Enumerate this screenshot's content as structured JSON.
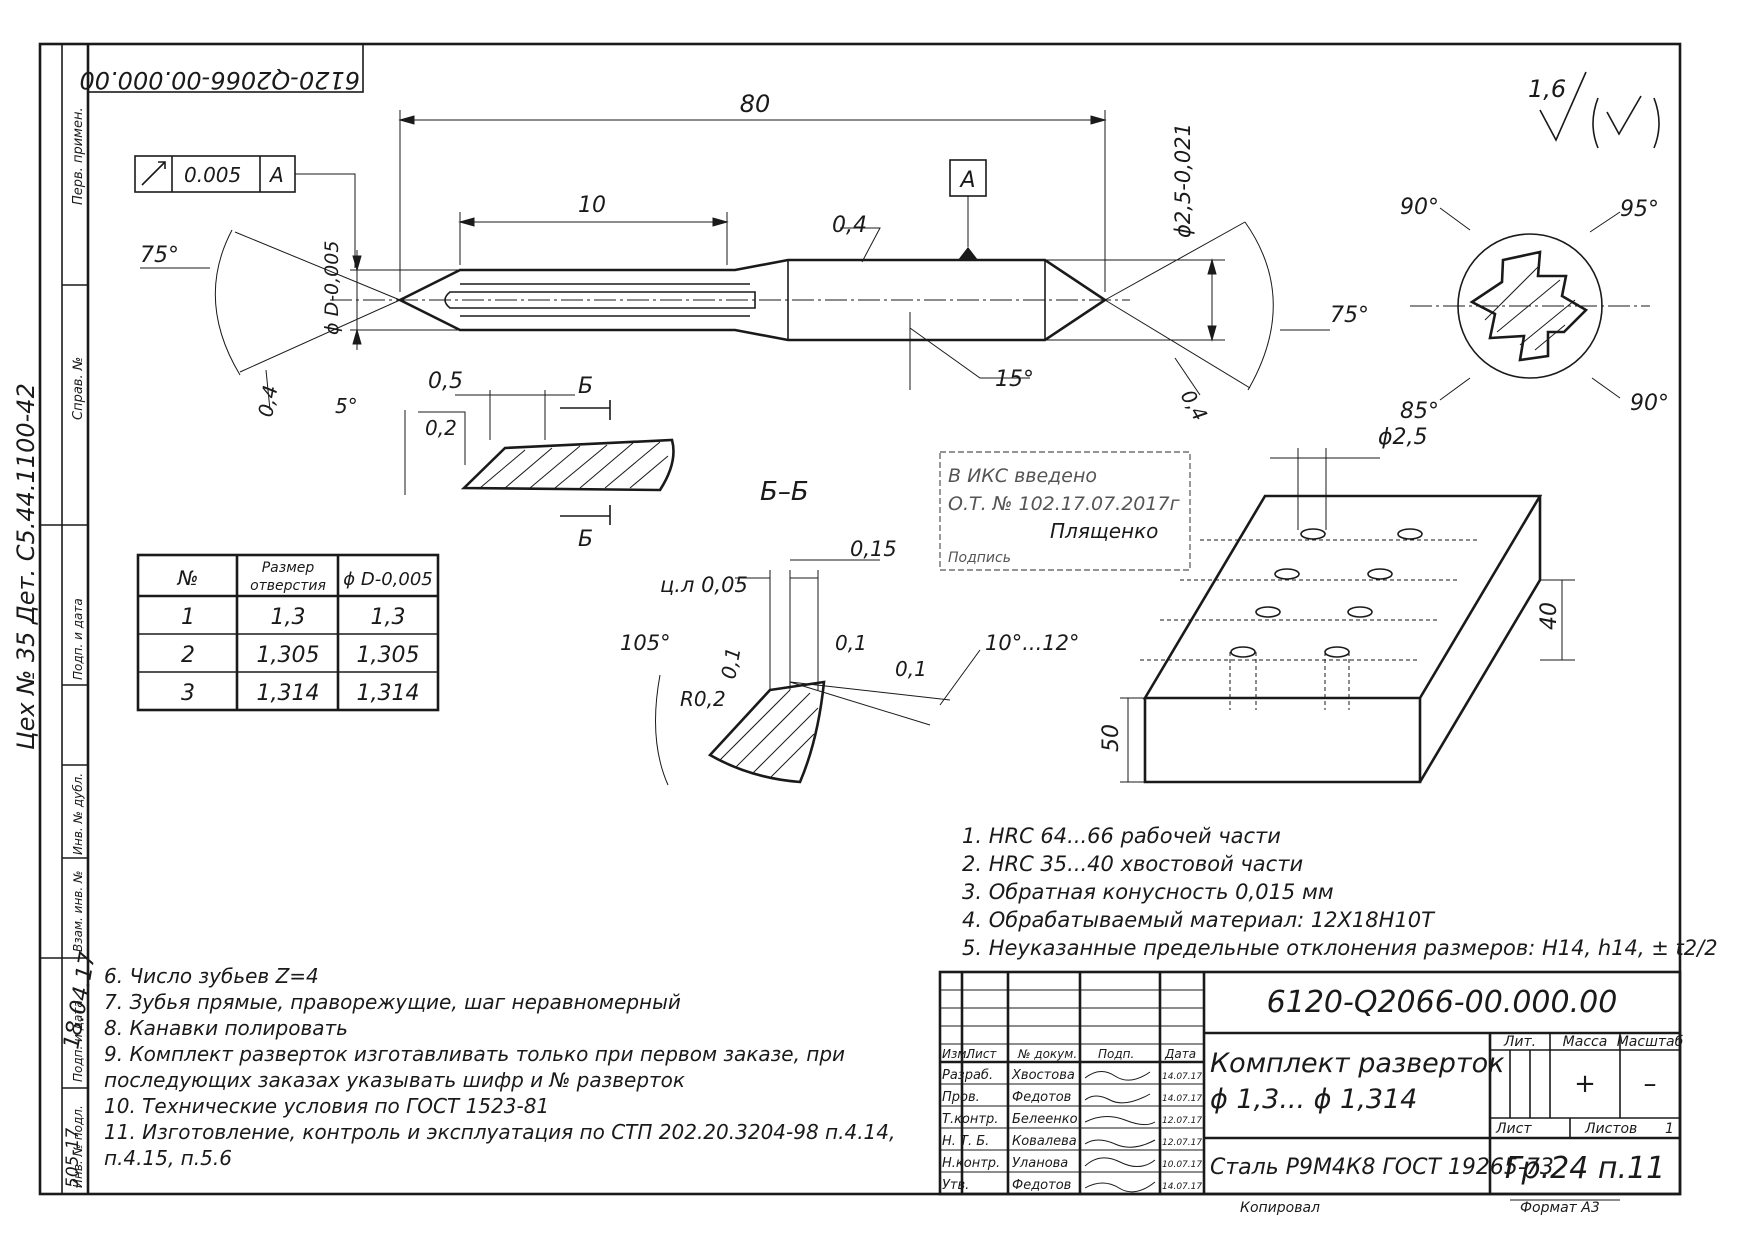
{
  "drawing_number": "6120-Q2066-00.000.00",
  "side_stamp": {
    "text": "Цех № 35 Дет. С5.44.1100-42"
  },
  "margin_strip": {
    "labels": [
      "Перв. примен.",
      "Справ. №",
      "Подп. и дата",
      "Инв. № дубл.",
      "Взам. инв. №",
      "Подп. и дата",
      "Инв. № подл."
    ],
    "date_value": "18.04.17",
    "inv_value": "505-17"
  },
  "roughness": {
    "value": "1,6",
    "symbol": "√(√)"
  },
  "geometric_tolerance": {
    "symbol": "↗",
    "value": "0.005",
    "datum": "A"
  },
  "datum_label": "A",
  "dimensions": {
    "overall_length": "80",
    "flute_length": "10",
    "shank_diameter": "ϕ2,5-0,021",
    "tip_diameter": "ϕ D-0,005",
    "chamfer_04_a": "0,4",
    "chamfer_04_b": "0,4",
    "chamfer_04_c": "0,4",
    "angle_75_left": "75°",
    "angle_75_right": "75°",
    "angle_15": "15°",
    "angle_5": "5°",
    "dim_05": "0,5",
    "dim_02": "0,2",
    "section_mark": "Б",
    "section_title": "Б–Б",
    "cl_005": "ц.л 0,05",
    "dim_015": "0,15",
    "dim_01_a": "0,1",
    "dim_01_b": "0,1",
    "dim_01_c": "0,1",
    "angle_105": "105°",
    "radius": "R0,2",
    "angle_10_12": "10°...12°",
    "cross_90_tl": "90°",
    "cross_95": "95°",
    "cross_85": "85°",
    "cross_90_br": "90°",
    "block_hole": "ϕ2,5",
    "block_40": "40",
    "block_50": "50"
  },
  "size_table": {
    "headers": [
      "№",
      "Размер отверстия",
      "ϕ D-0,005"
    ],
    "rows": [
      [
        "1",
        "1,3",
        "1,3"
      ],
      [
        "2",
        "1,305",
        "1,305"
      ],
      [
        "3",
        "1,314",
        "1,314"
      ]
    ]
  },
  "stamp_overlay": {
    "line1": "В ИКС введено",
    "line2": "О.Т. № 102.17.07.2017г",
    "line3": "Плященко",
    "line4": "Подпись"
  },
  "notes_right": [
    "1. HRC 64...66 рабочей части",
    "2. HRC 35...40 хвостовой части",
    "3. Обратная конусность 0,015 мм",
    "4. Обрабатываемый материал: 12Х18Н10Т",
    "5. Неуказанные предельные отклонения размеров: H14, h14, ± t2/2"
  ],
  "notes_left": [
    "6. Число зубьев Z=4",
    "7. Зубья прямые, праворежущие, шаг неравномерный",
    "8. Канавки полировать",
    "9. Комплект разверток изготавливать только при первом заказе, при",
    "последующих заказах указывать шифр и № разверток",
    "10. Технические условия по ГОСТ 1523-81",
    "11. Изготовление, контроль и эксплуатация по СТП 202.20.3204-98 п.4.14,",
    "п.4.15, п.5.6"
  ],
  "title_block": {
    "doc_number": "6120-Q2066-00.000.00",
    "name_line1": "Комплект разверток",
    "name_line2": "ϕ 1,3... ϕ 1,314",
    "material": "Сталь Р9М4К8 ГОСТ 19265-73",
    "org": "Гр.24 п.11",
    "lit_label": "Лит.",
    "mass_label": "Масса",
    "scale_label": "Масштаб",
    "mass_value": "+",
    "scale_value": "–",
    "sheet_label": "Лист",
    "sheets_label": "Листов",
    "sheets_value": "1",
    "header_cells": [
      "Изм.",
      "Лист",
      "№ докум.",
      "Подп.",
      "Дата"
    ],
    "roles": [
      {
        "role": "Разраб.",
        "name": "Хвостова",
        "date": "14.07.17"
      },
      {
        "role": "Пров.",
        "name": "Федотов",
        "date": "14.07.17"
      },
      {
        "role": "Т.контр.",
        "name": "Белеенко",
        "date": "12.07.17"
      },
      {
        "role": "Н. Т. Б.",
        "name": "Ковалева",
        "date": "12.07.17"
      },
      {
        "role": "Н.контр.",
        "name": "Уланова",
        "date": "10.07.17"
      },
      {
        "role": "Утв.",
        "name": "Федотов",
        "date": "14.07.17"
      }
    ],
    "copied": "Копировал",
    "format": "Формат  А3"
  }
}
